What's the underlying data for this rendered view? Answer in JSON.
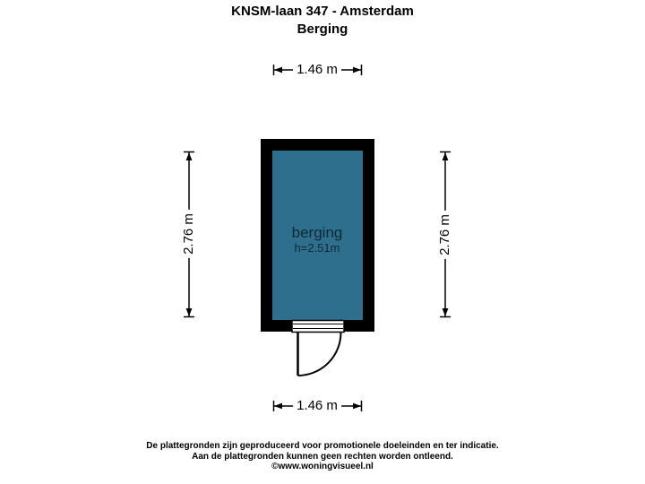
{
  "title": {
    "address": "KNSM-laan 347 - Amsterdam",
    "subtitle": "Berging"
  },
  "room": {
    "name": "berging",
    "height_label": "h=2.51m"
  },
  "dimensions": {
    "top": "1.46 m",
    "bottom": "1.46 m",
    "left": "2.76 m",
    "right": "2.76 m"
  },
  "colors": {
    "wall": "#000000",
    "room_fill": "#2d6f8d",
    "room_text": "#0f2833",
    "dim_label_bg": "#ffffff",
    "background": "#ffffff"
  },
  "footer": {
    "line1": "De plattegronden zijn geproduceerd voor promotionele doeleinden en ter indicatie.",
    "line2": "Aan de plattegronden kunnen geen rechten worden ontleend.",
    "line3": "©www.woningvisueel.nl"
  }
}
